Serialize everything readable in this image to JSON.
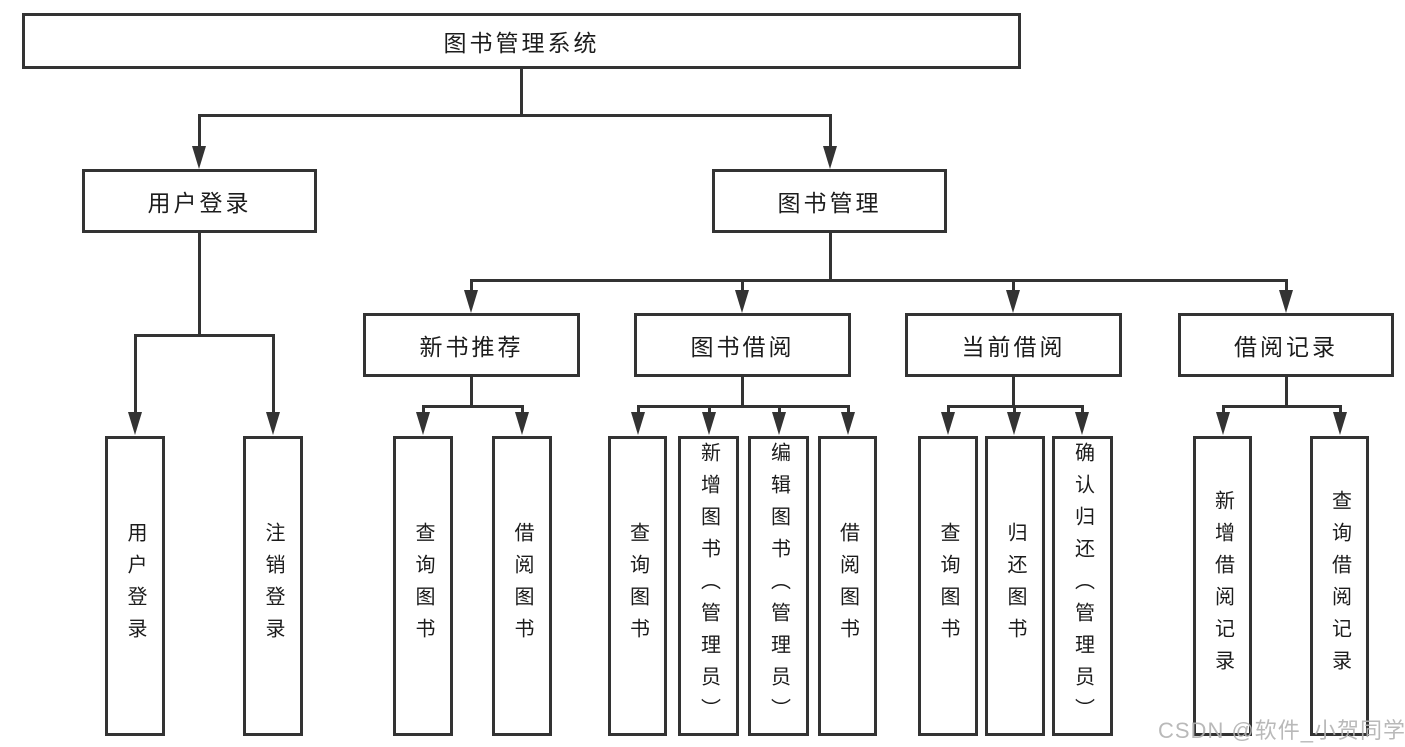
{
  "diagram": {
    "type": "hierarchy-tree",
    "tree": {
      "root": {
        "label": "图书管理系统"
      },
      "children": [
        {
          "label": "用户登录",
          "children": [
            {
              "label": "用户登录"
            },
            {
              "label": "注销登录"
            }
          ]
        },
        {
          "label": "图书管理",
          "children": [
            {
              "label": "新书推荐",
              "children": [
                {
                  "label": "查询图书"
                },
                {
                  "label": "借阅图书"
                }
              ]
            },
            {
              "label": "图书借阅",
              "children": [
                {
                  "label": "查询图书"
                },
                {
                  "label": "新增图书（管理员）"
                },
                {
                  "label": "编辑图书（管理员）"
                },
                {
                  "label": "借阅图书"
                }
              ]
            },
            {
              "label": "当前借阅",
              "children": [
                {
                  "label": "查询图书"
                },
                {
                  "label": "归还图书"
                },
                {
                  "label": "确认归还（管理员）"
                }
              ]
            },
            {
              "label": "借阅记录",
              "children": [
                {
                  "label": "新增借阅记录"
                },
                {
                  "label": "查询借阅记录"
                }
              ]
            }
          ]
        }
      ]
    },
    "colors": {
      "line": "#333333",
      "box_border": "#333333",
      "box_fill": "#ffffff",
      "text": "#1c1c1c",
      "watermark": "#b4b4b4",
      "background": "#ffffff"
    }
  },
  "watermark": {
    "text": "CSDN @软件_小贺同学"
  }
}
